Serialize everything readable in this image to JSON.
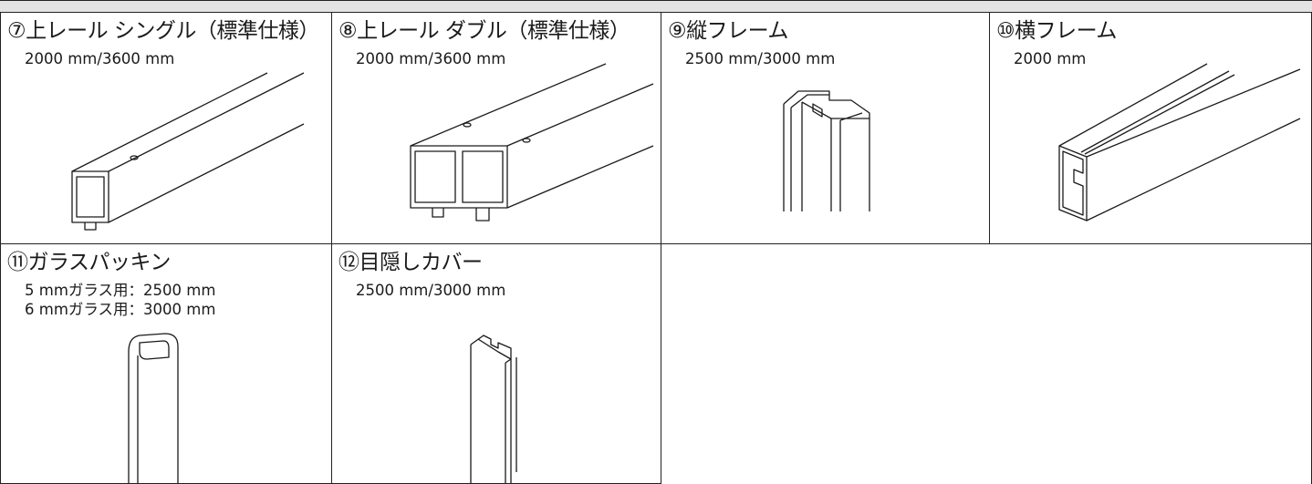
{
  "items": [
    {
      "title": "⑦上レール シングル（標準仕様）",
      "size": "2000 mm/3600 mm",
      "icon": "single-top-rail-drawing"
    },
    {
      "title": "⑧上レール ダブル（標準仕様）",
      "size": "2000 mm/3600 mm",
      "icon": "double-top-rail-drawing"
    },
    {
      "title": "⑨縦フレーム",
      "size": "2500 mm/3000 mm",
      "icon": "vertical-frame-drawing"
    },
    {
      "title": "⑩横フレーム",
      "size": "2000 mm",
      "icon": "horizontal-frame-drawing"
    },
    {
      "title": "⑪ガラスパッキン",
      "size": "5 mmガラス用：2500 mm",
      "size2": "6 mmガラス用：3000 mm",
      "icon": "glass-packing-drawing"
    },
    {
      "title": "⑫目隠しカバー",
      "size": "2500 mm/3000 mm",
      "icon": "blind-cover-drawing"
    }
  ]
}
